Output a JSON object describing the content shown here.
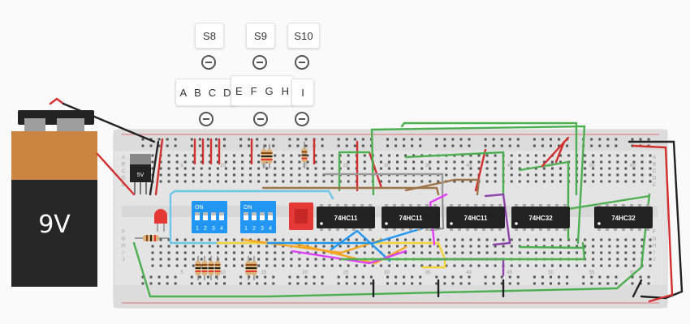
{
  "switch_labels": {
    "s8": "S8",
    "s9": "S9",
    "s10": "S10",
    "inputs_abcd": [
      "A",
      "B",
      "C",
      "D"
    ],
    "inputs_efgh": [
      "E",
      "F",
      "G",
      "H"
    ],
    "input_i": "I"
  },
  "battery": {
    "label": "9V"
  },
  "regulator": {
    "label": "5V"
  },
  "dip_switch": {
    "on_label": "ON",
    "numbers": [
      "1",
      "2",
      "3",
      "4"
    ]
  },
  "chips": [
    {
      "label": "74HC11"
    },
    {
      "label": "74HC11"
    },
    {
      "label": "74HC11"
    },
    {
      "label": "74HC32"
    },
    {
      "label": "74HC32"
    }
  ],
  "breadboard": {
    "column_numbers": [
      "5",
      "10",
      "15",
      "20",
      "25",
      "30",
      "35",
      "40",
      "45",
      "50",
      "55",
      "60"
    ],
    "row_letters_top": [
      "A",
      "B",
      "C",
      "D",
      "E"
    ],
    "row_letters_bottom": [
      "F",
      "G",
      "H",
      "I",
      "J"
    ]
  },
  "colors": {
    "wire_red": "#d32f2f",
    "wire_black": "#222222",
    "wire_green": "#4caf50",
    "wire_blue": "#6ec6e8",
    "wire_orange": "#f5a623",
    "wire_purple": "#8e44ad",
    "wire_brown": "#a0744a",
    "wire_yellow": "#f2d33b",
    "chip": "#222222",
    "dip_switch": "#2196f3",
    "breadboard": "#e6e6e6"
  }
}
